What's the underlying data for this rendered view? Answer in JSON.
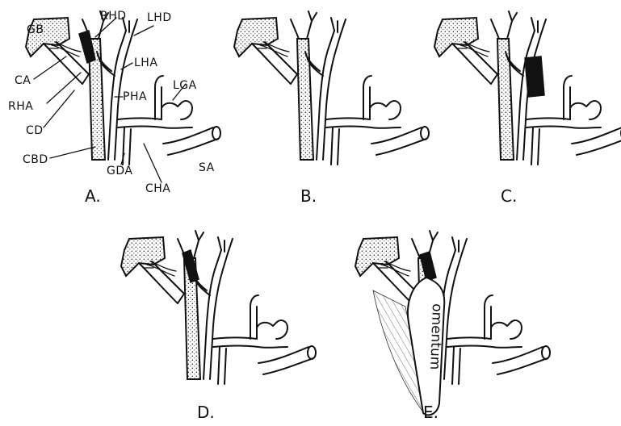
{
  "labels": {
    "gb": "GB",
    "rhd": "RHD",
    "lhd": "LHD",
    "ca": "CA",
    "lha": "LHA",
    "rha": "RHA",
    "pha": "PHA",
    "lga": "LGA",
    "cd": "CD",
    "cbd": "CBD",
    "gda": "GDA",
    "cha": "CHA",
    "sa": "SA"
  },
  "panels": {
    "a": "A.",
    "b": "B.",
    "c": "C.",
    "d": "D.",
    "e": "E."
  },
  "omentum_text": "omentum"
}
